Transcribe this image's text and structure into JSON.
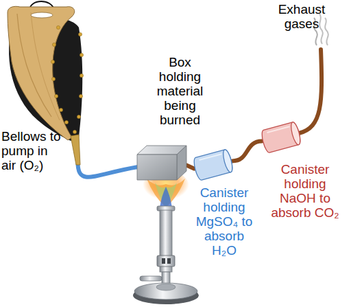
{
  "diagram": {
    "nodes": [
      {
        "text": [
          "Bellows to pump in air (O₂)"
        ]
      },
      {
        "text": [
          "Box holding material being burned"
        ]
      },
      {
        "text": [
          "Canister holding MgSO₄ to absorb H₂O"
        ]
      },
      {
        "text": [
          "Canister holding NaOH to absorb CO₂"
        ]
      }
    ],
    "edges": [
      {
        "from": 0,
        "to": 1,
        "arrow": "none"
      },
      {
        "from": 1,
        "to": 2,
        "arrow": "none"
      },
      {
        "from": 2,
        "to": 3,
        "arrow": "none"
      }
    ],
    "labels": [
      "Exhaust gases"
    ]
  }
}
